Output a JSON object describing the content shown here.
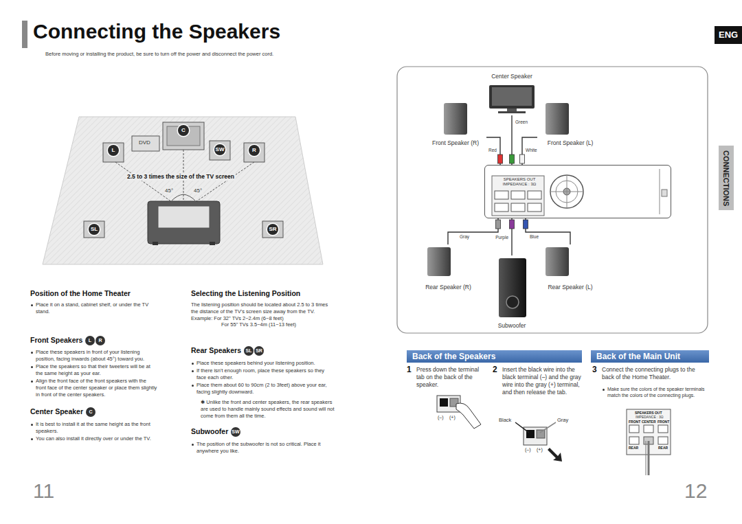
{
  "diagram": {
    "title": "Connecting the Speakers",
    "nodes": [
      {
        "text": [
          "Center Speaker"
        ]
      },
      {
        "text": [
          "Front Speaker (R)"
        ]
      },
      {
        "text": [
          "Front Speaker (L)"
        ]
      },
      {
        "text": [
          "SPEAKERS OUT IMPEDANCE : 3Ω"
        ]
      },
      {
        "text": [
          "Rear Speaker (R)"
        ]
      },
      {
        "text": [
          "Rear Speaker (L)"
        ]
      },
      {
        "text": [
          "Subwoofer"
        ]
      },
      {
        "text": [
          "Back of the Speakers"
        ]
      },
      {
        "text": [
          "Back of the Main Unit"
        ]
      }
    ],
    "edges": [
      {
        "from": 0,
        "to": 3,
        "label": "Green",
        "arrow": "none"
      },
      {
        "from": 1,
        "to": 3,
        "label": "Red",
        "arrow": "none"
      },
      {
        "from": 2,
        "to": 3,
        "label": "White",
        "arrow": "none"
      },
      {
        "from": 4,
        "to": 3,
        "label": "Gray",
        "arrow": "none"
      },
      {
        "from": 6,
        "to": 3,
        "label": "Purple",
        "arrow": "none"
      },
      {
        "from": 5,
        "to": 3,
        "label": "Blue",
        "arrow": "none"
      }
    ],
    "labels": [
      "Before moving or installing the product, be sure to turn off the power and disconnect the power cord.",
      "ENG",
      "CONNECTIONS",
      "C",
      "DVD",
      "L",
      "SW",
      "R",
      "2.5 to 3 times the size of the TV screen",
      "45°",
      "45°",
      "SL",
      "SR",
      "Position of the Home Theater",
      "Place it on a stand, cabinet shelf, or under the TV stand.",
      "Selecting the Listening Position",
      "The listening position should be located about 2.5 to 3 times the distance of the TV's screen size away from the TV. Example: For 32\" TVs 2~2.4m (6~8 feet)",
      "For 55\" TVs 3.5~4m (11~13 feet)",
      "Front Speakers",
      "L",
      "R",
      "Place these speakers in front of your listening position, facing inwards (about 45°) toward you.",
      "Place the speakers so that their tweeters will be at the same height as your ear.",
      "Align the front face of the front speakers with the front face of the center speaker or place them slightly in front of the center speakers.",
      "Center Speaker",
      "C",
      "It is best to install it at the same height as the front speakers.",
      "You can also install it directly over or under the TV.",
      "Rear Speakers",
      "SL",
      "SR",
      "Place these speakers behind your listening position.",
      "If there isn't enough room, place these speakers so they face each other.",
      "Place them about 60 to 90cm (2 to 3feet) above your ear, facing slightly downward.",
      "✱ Unlike the front and center speakers, the rear speakers are used to handle mainly sound effects and sound will not come from them all the time.",
      "Subwoofer",
      "SW",
      "The position of the subwoofer is not so critical. Place it anywhere you like.",
      "11",
      "12",
      "1",
      "Press down the terminal tab on the back of the speaker.",
      "2",
      "Insert the black wire into the black terminal (–) and the gray wire into the gray (+) terminal, and then release the tab.",
      "(–)",
      "(+)",
      "Black",
      "Gray",
      "(–)",
      "(+)",
      "3",
      "Connect the connecting plugs to the back of the Home Theater.",
      "Make sure the colors of the speaker terminals match the colors of the connecting plugs.",
      "SPEAKERS OUT",
      "IMPEDANCE : 3Ω",
      "FRONT",
      "CENTER",
      "FRONT",
      "REAR",
      "REAR"
    ]
  }
}
